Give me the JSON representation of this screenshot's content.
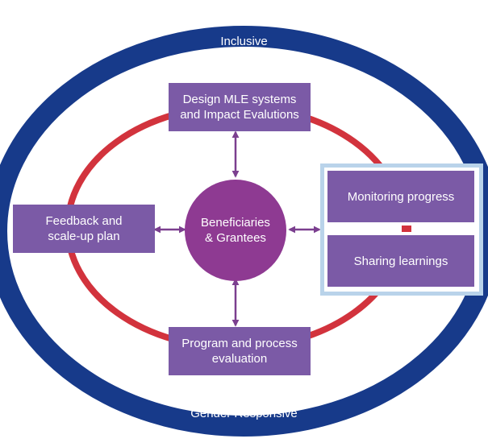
{
  "outer_ring": {
    "top_label": "Inclusive",
    "bottom_label": "Gender Responsive"
  },
  "center": {
    "label": "Beneficiaries\n& Grantees"
  },
  "nodes": {
    "top": "Design MLE systems\nand Impact Evalutions",
    "left": "Feedback and\nscale-up plan",
    "bottom": "Program and process\nevaluation",
    "right_upper": "Monitoring progress",
    "right_lower": "Sharing learnings"
  },
  "colors": {
    "outer_ring": "#173a8a",
    "inner_ring": "#d2333d",
    "box": "#7b5aa6",
    "center": "#8e3a92",
    "arrow": "#7b3f8f",
    "frame": "#b9d3ea"
  }
}
